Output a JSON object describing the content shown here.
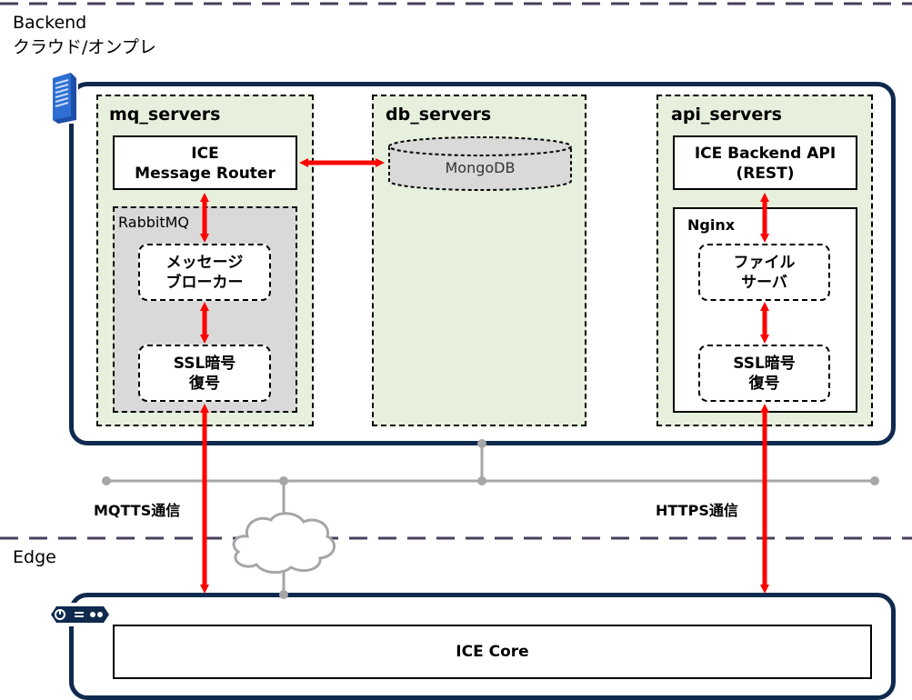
{
  "zones": {
    "backend_title": "Backend",
    "backend_subtitle": "クラウド/オンプレ",
    "edge_title": "Edge"
  },
  "groups": {
    "mq": {
      "title": "mq_servers",
      "router_line1": "ICE",
      "router_line2": "Message Router",
      "rabbit_label": "RabbitMQ",
      "broker_line1": "メッセージ",
      "broker_line2": "ブローカー",
      "ssl_line1": "SSL暗号",
      "ssl_line2": "復号"
    },
    "db": {
      "title": "db_servers",
      "mongo_label": "MongoDB"
    },
    "api": {
      "title": "api_servers",
      "backend_api_line1": "ICE Backend API",
      "backend_api_line2": "(REST)",
      "nginx_label": "Nginx",
      "file_line1": "ファイル",
      "file_line2": "サーバ",
      "ssl_line1": "SSL暗号",
      "ssl_line2": "復号"
    }
  },
  "links": {
    "mqtts_label": "MQTTS通信",
    "https_label": "HTTPS通信"
  },
  "edge": {
    "core_label": "ICE Core"
  },
  "icons": {
    "server": "server-icon",
    "edge_device": "edge-device-icon",
    "cloud": "cloud-icon"
  },
  "colors": {
    "panel_border": "#0f2a4e",
    "group_fill": "#e6f0dc",
    "rabbit_fill": "#d9d9d9",
    "arrow": "#ff0000",
    "network_line": "#a6a6a6",
    "zone_divider": "#4a3f5c"
  }
}
